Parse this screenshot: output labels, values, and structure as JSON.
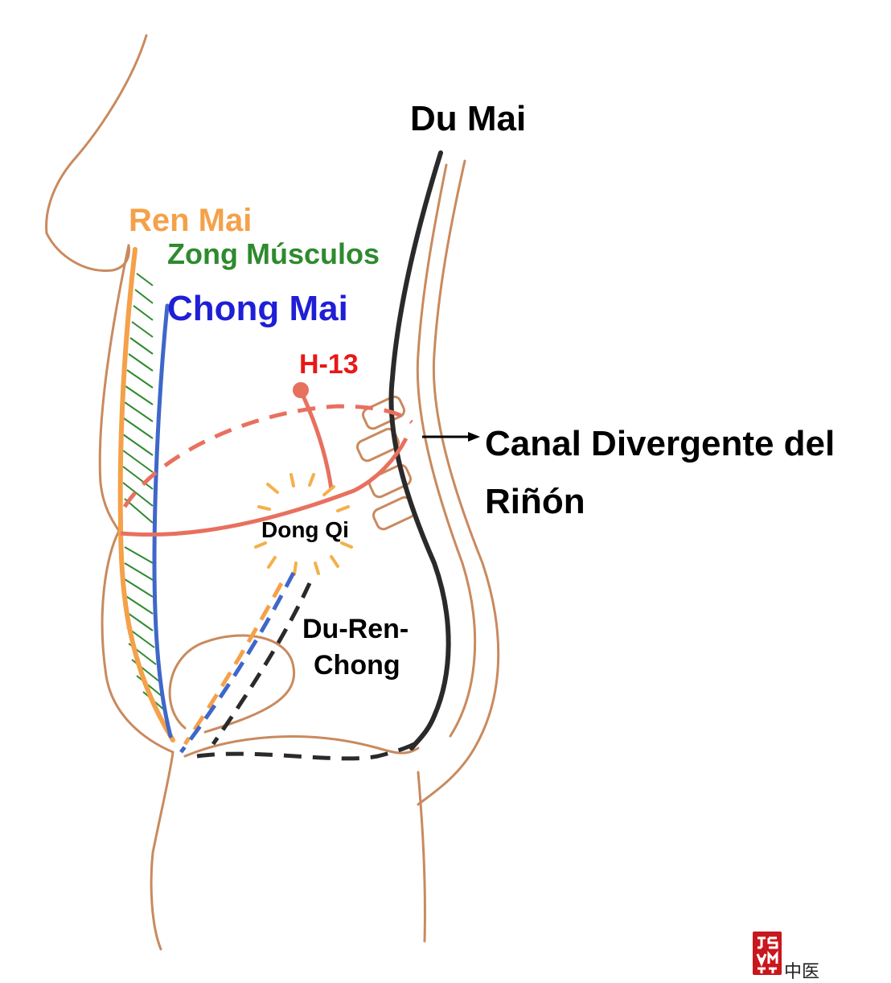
{
  "labels": {
    "du_mai": "Du Mai",
    "ren_mai": "Ren Mai",
    "zong": "Zong Músculos",
    "chong_mai": "Chong Mai",
    "h13": "H-13",
    "canal_line1": "Canal Divergente del",
    "canal_line2": "Riñón",
    "dong_qi": "Dong Qi",
    "du_ren_line1": "Du-Ren-",
    "du_ren_line2": "Chong"
  },
  "logo": {
    "stamp_letters": "JSMT",
    "caption": "中医"
  },
  "colors": {
    "du_mai": "#000000",
    "ren_mai": "#f4a14a",
    "zong": "#2e8a2e",
    "chong_mai": "#1f1fd6",
    "h13": "#e81818",
    "body_outline": "#c98a5e",
    "divergent_canal": "#e8705f",
    "du_mai_line": "#2a2a2a",
    "chong_line": "#3e67c9"
  }
}
